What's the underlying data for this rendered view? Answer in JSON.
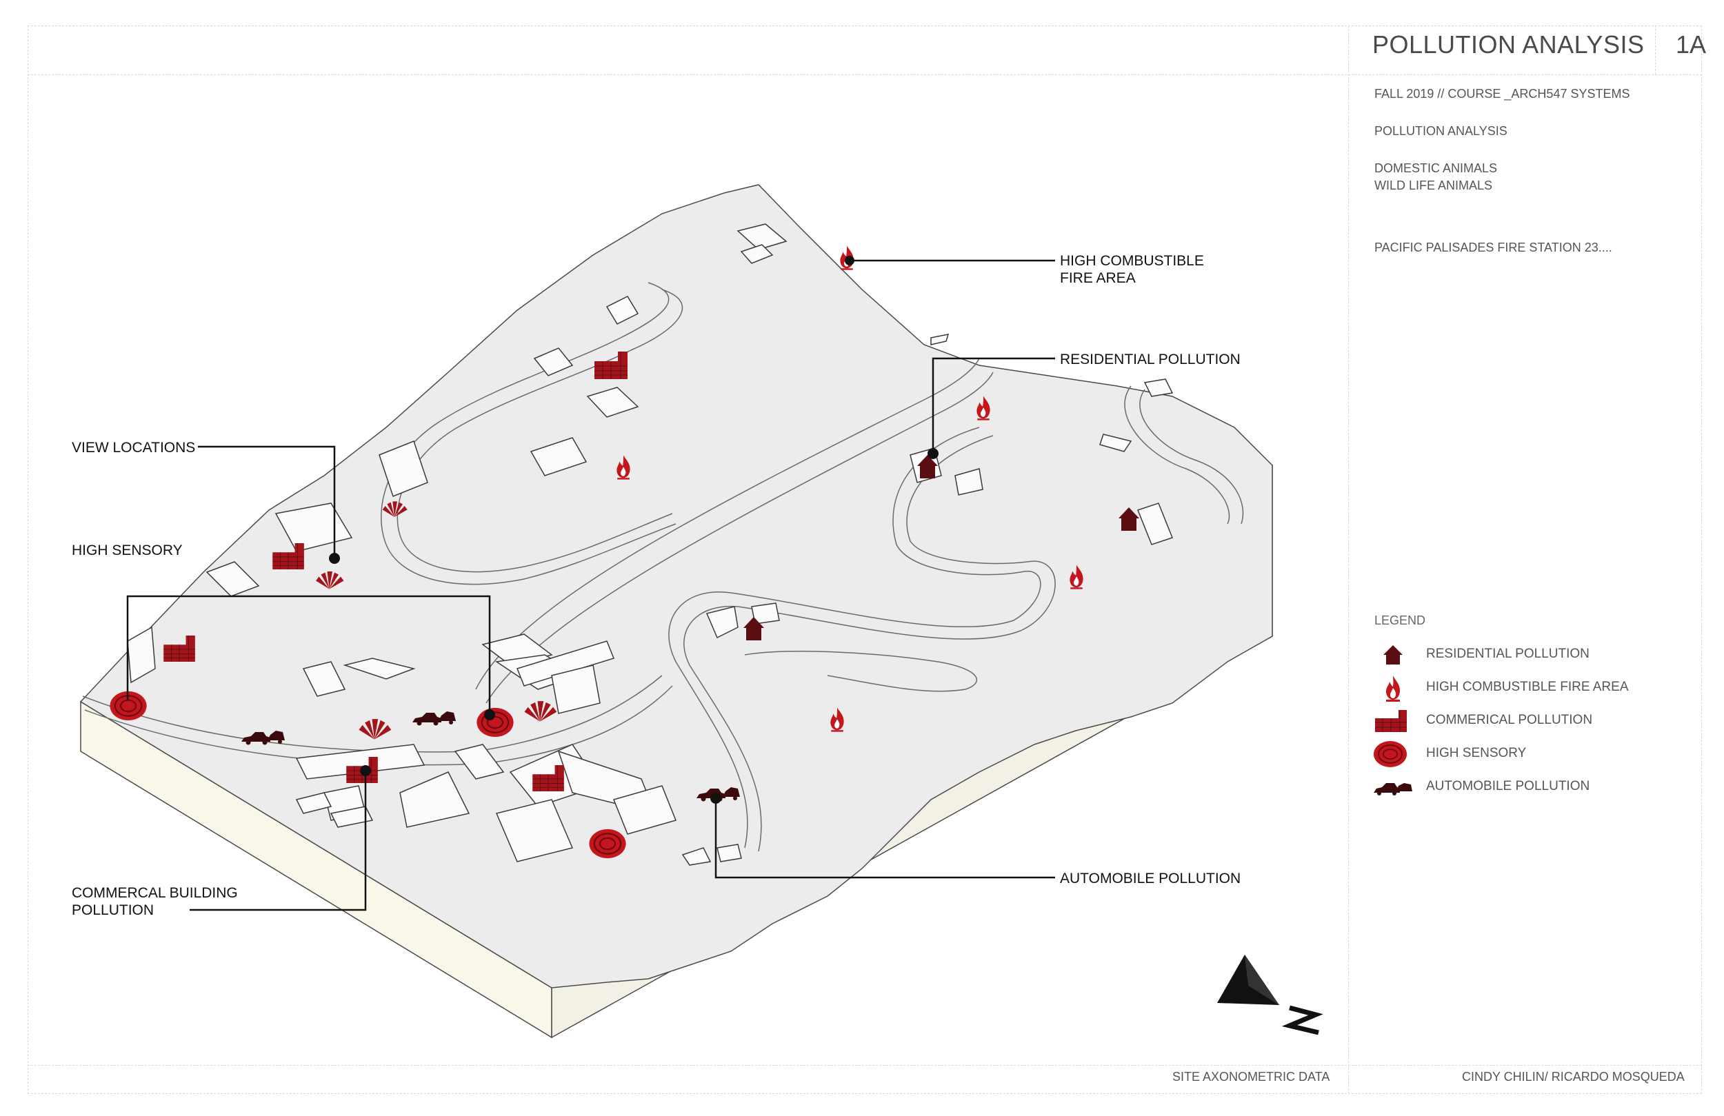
{
  "header": {
    "title": "POLLUTION ANALYSIS",
    "sheet_number": "1A"
  },
  "info": {
    "course": "FALL 2019 // COURSE _ARCH547 SYSTEMS",
    "subject": "POLLUTION ANALYSIS",
    "animals_line1": "DOMESTIC ANIMALS",
    "animals_line2": "WILD LIFE ANIMALS",
    "station": "PACIFIC PALISADES FIRE STATION 23...."
  },
  "legend": {
    "title": "LEGEND",
    "items": [
      {
        "label": "RESIDENTIAL POLLUTION",
        "icon": "house-icon"
      },
      {
        "label": "HIGH COMBUSTIBLE FIRE AREA",
        "icon": "flame-icon"
      },
      {
        "label": "COMMERICAL POLLUTION",
        "icon": "factory-icon"
      },
      {
        "label": "HIGH SENSORY",
        "icon": "sensory-rings-icon"
      },
      {
        "label": "AUTOMOBILE POLLUTION",
        "icon": "car-icon"
      }
    ]
  },
  "callouts": {
    "fire_line1": "HIGH COMBUSTIBLE",
    "fire_line2": "FIRE AREA",
    "residential": "RESIDENTIAL POLLUTION",
    "view_locations": "VIEW LOCATIONS",
    "high_sensory": "HIGH SENSORY",
    "commercial_line1": "COMMERCAL BUILDING",
    "commercial_line2": "POLLUTION",
    "automobile": "AUTOMOBILE POLLUTION"
  },
  "footer": {
    "left": "SITE AXONOMETRIC DATA",
    "right": "CINDY CHILIN/ RICARDO MOSQUEDA"
  },
  "colors": {
    "pollution_red": "#c4161c",
    "dark_red": "#5a0e12",
    "terrain": "#ececec",
    "base_side": "#f8f6ec"
  }
}
